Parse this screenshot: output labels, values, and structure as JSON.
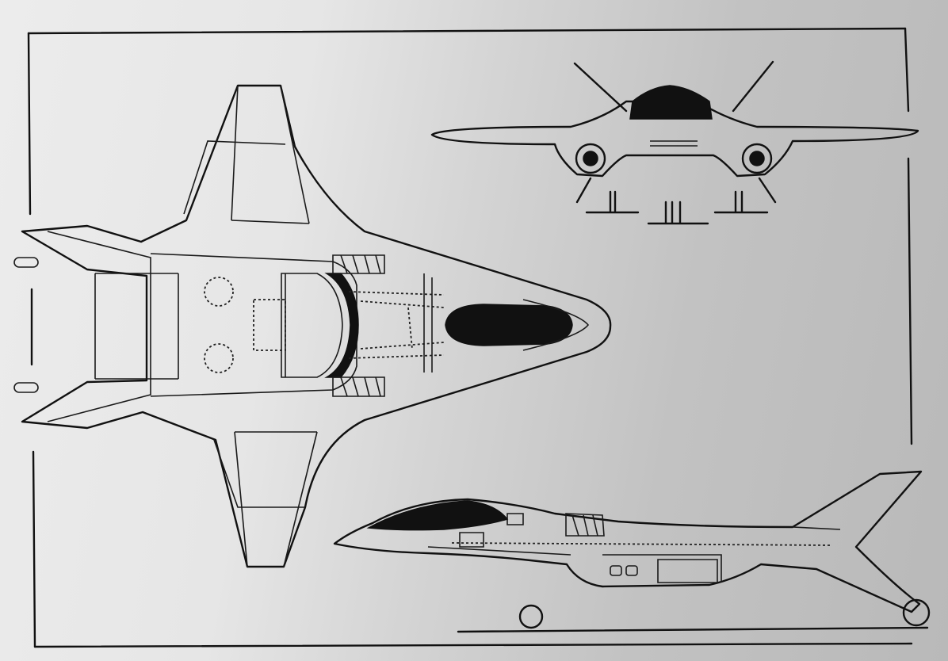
{
  "drawing": {
    "views": [
      {
        "id": "plan",
        "name": "top-view"
      },
      {
        "id": "front",
        "name": "front-view"
      },
      {
        "id": "side",
        "name": "side-view"
      }
    ],
    "colors": {
      "ink": "#111111",
      "paper_light": "#ececec",
      "paper_dark": "#b9b9b9"
    }
  }
}
